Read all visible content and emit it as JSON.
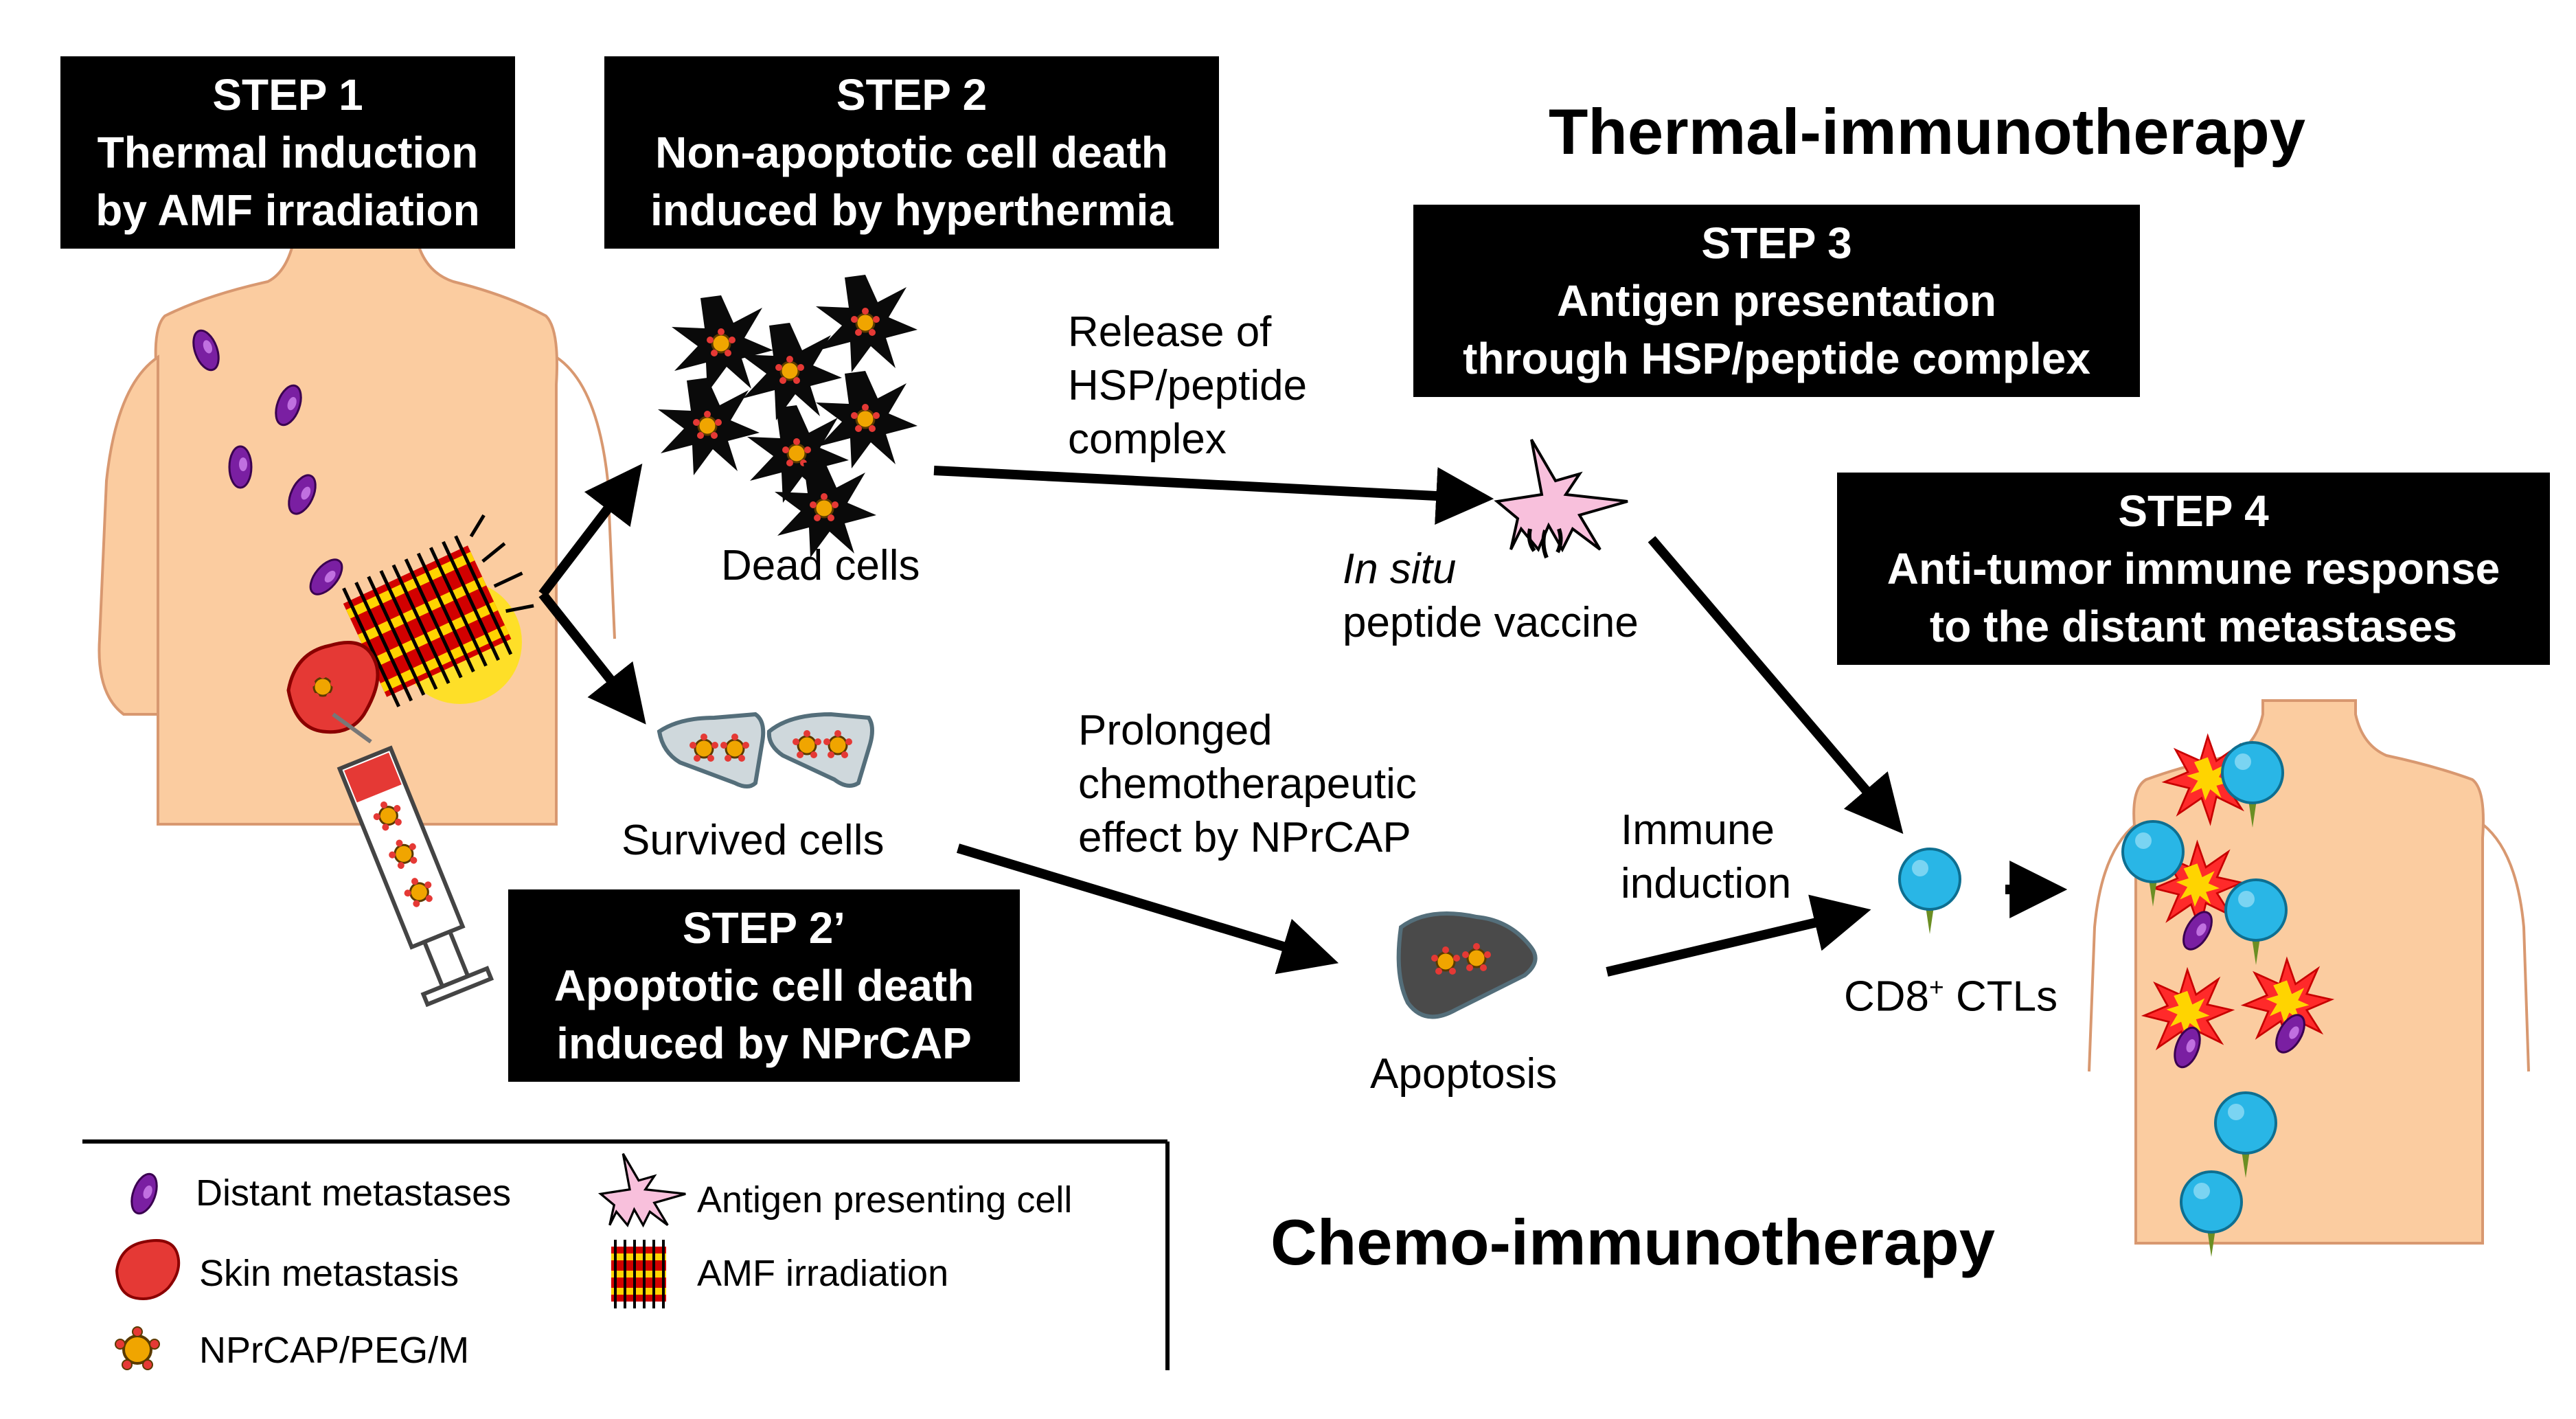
{
  "steps": {
    "step1": {
      "title": "STEP 1",
      "line1": "Thermal induction",
      "line2": "by AMF irradiation"
    },
    "step2": {
      "title": "STEP 2",
      "line1": "Non-apoptotic cell death",
      "line2": "induced by hyperthermia"
    },
    "step2p": {
      "title": "STEP 2’",
      "line1": "Apoptotic cell death",
      "line2": "induced by NPrCAP"
    },
    "step3": {
      "title": "STEP 3",
      "line1": "Antigen presentation",
      "line2": "through HSP/peptide complex"
    },
    "step4": {
      "title": "STEP 4",
      "line1": "Anti-tumor immune response",
      "line2": "to the distant metastases"
    }
  },
  "headings": {
    "thermal": "Thermal-immunotherapy",
    "chemo": "Chemo-immunotherapy"
  },
  "labels": {
    "dead_cells": "Dead cells",
    "survived_cells": "Survived cells",
    "release_line1": "Release of",
    "release_line2": "HSP/peptide",
    "release_line3": "complex",
    "insitu_italic": "In situ",
    "insitu_line2": "peptide vaccine",
    "prolonged_line1": "Prolonged",
    "prolonged_line2": "chemotherapeutic",
    "prolonged_line3": "effect by NPrCAP",
    "immune_line1": "Immune",
    "immune_line2": "induction",
    "apoptosis": "Apoptosis",
    "cd8_prefix": "CD8",
    "cd8_sup": "+",
    "cd8_suffix": " CTLs"
  },
  "legend": {
    "distant": "Distant metastases",
    "skin": "Skin metastasis",
    "nprcap": "NPrCAP/PEG/M",
    "apc": "Antigen presenting cell",
    "amf": "AMF irradiation"
  },
  "colors": {
    "skin": "#fbcca0",
    "metastasis": "#7a1fa2",
    "tumor": "#e53935",
    "apc": "#f8c0dc",
    "ctl": "#29b6e6",
    "nanoparticle": "#f0a500",
    "cell_gray": "#cfd8dc"
  }
}
